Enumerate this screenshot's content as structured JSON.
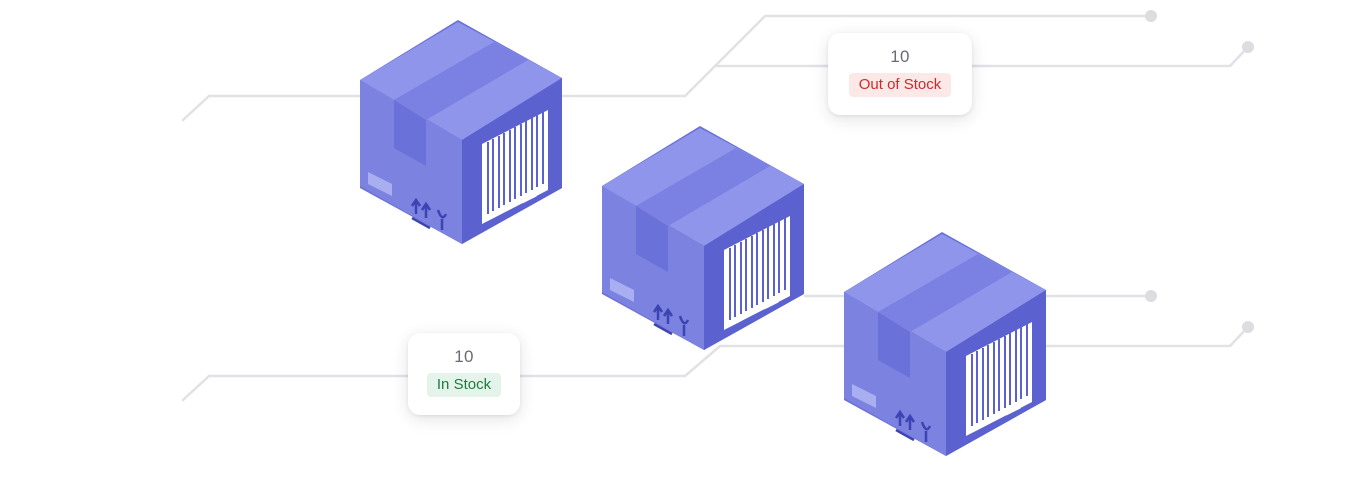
{
  "stock_cards": [
    {
      "quantity": "10",
      "status": "Out of Stock",
      "status_text_color": "#cc2b2b",
      "status_bg_color": "#fde8e8"
    },
    {
      "quantity": "10",
      "status": "In Stock",
      "status_text_color": "#1f7a3d",
      "status_bg_color": "#e5f4ea"
    }
  ],
  "colors": {
    "box_top": "#8e95ea",
    "box_left": "#7b82e0",
    "box_right": "#5b62cf",
    "tape": "#6a71d8",
    "connector_line": "#e1e1e6"
  },
  "icons": [
    "package-box-icon",
    "barcode-icon",
    "this-side-up-icon",
    "fragile-glass-icon",
    "shipping-label-icon"
  ]
}
